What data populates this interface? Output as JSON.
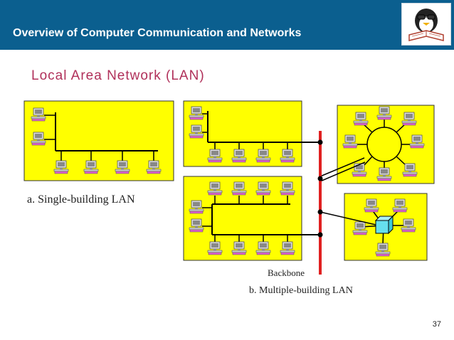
{
  "header": {
    "title": "Overview of Computer Communication and Networks"
  },
  "slide": {
    "subtitle": "Local Area Network (LAN)",
    "page_number": "37"
  },
  "diagram": {
    "label_single": "a. Single-building LAN",
    "label_multiple": "b. Multiple-building LAN",
    "label_backbone": "Backbone"
  },
  "colors": {
    "header_bg": "#0b5f8f",
    "panel_fill": "#ffff00",
    "backbone": "#e02020",
    "subtitle": "#b0305a",
    "hub": "#66e0ee"
  }
}
